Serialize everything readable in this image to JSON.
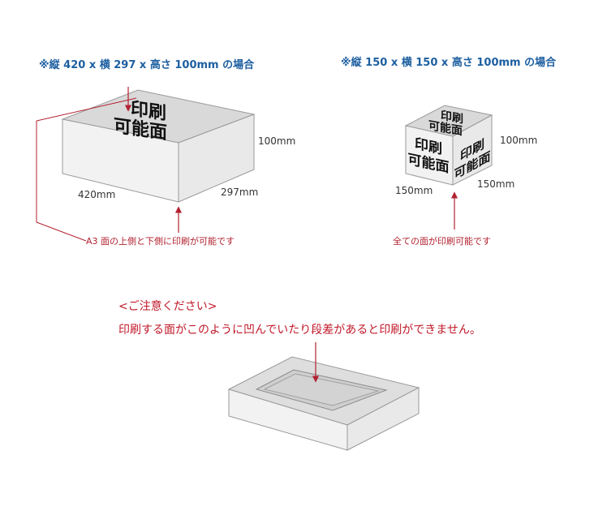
{
  "colors": {
    "caption": "#1d5fa0",
    "note": "#b22230",
    "caution": "#c0192a",
    "box_top": "#d9d9d9",
    "box_front": "#f2f2f2",
    "box_side": "#e9e9e9",
    "stroke": "#9a9a9a"
  },
  "box_a3": {
    "caption": "※縦 420 x 横 297 x 高さ 100mm の場合",
    "print_label_line1": "印刷",
    "print_label_line2": "可能面",
    "height_label": "100mm",
    "width_label": "420mm",
    "depth_label": "297mm",
    "note": "A3 面の上側と下側に印刷が可能です"
  },
  "box_cube": {
    "caption": "※縦 150 x 横 150 x 高さ 100mm の場合",
    "top_label_line1": "印刷",
    "top_label_line2": "可能面",
    "front_label_line1": "印刷",
    "front_label_line2": "可能面",
    "side_label_line1": "印刷",
    "side_label_line2": "可能面",
    "height_label": "100mm",
    "width_label": "150mm",
    "depth_label": "150mm",
    "note": "全ての面が印刷可能です"
  },
  "caution": {
    "title": "<ご注意ください>",
    "text": "印刷する面がこのように凹んでいたり段差があると印刷ができません。"
  }
}
